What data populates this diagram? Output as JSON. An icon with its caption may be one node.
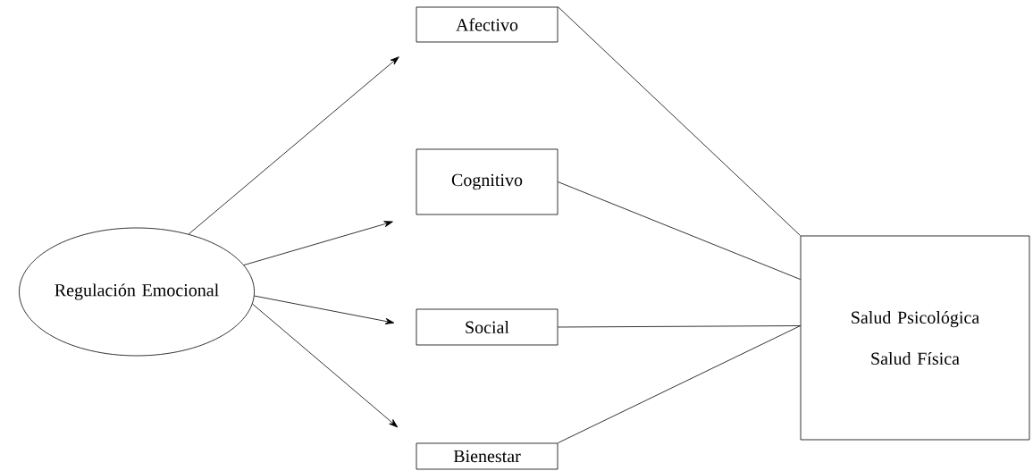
{
  "diagram": {
    "nodes": [
      {
        "text": [
          "Regulación Emocional"
        ]
      },
      {
        "text": [
          "Afectivo"
        ]
      },
      {
        "text": [
          "Cognitivo"
        ]
      },
      {
        "text": [
          "Social"
        ]
      },
      {
        "text": [
          "Bienestar"
        ]
      },
      {
        "text": [
          "Salud Psicológica",
          "Salud Física"
        ]
      }
    ],
    "edges": [
      {
        "from": 0,
        "to": 1,
        "arrow": "to"
      },
      {
        "from": 0,
        "to": 2,
        "arrow": "to"
      },
      {
        "from": 0,
        "to": 3,
        "arrow": "to"
      },
      {
        "from": 0,
        "to": 4,
        "arrow": "to"
      },
      {
        "from": 1,
        "to": 5,
        "arrow": "none"
      },
      {
        "from": 2,
        "to": 5,
        "arrow": "none"
      },
      {
        "from": 3,
        "to": 5,
        "arrow": "none"
      },
      {
        "from": 4,
        "to": 5,
        "arrow": "none"
      }
    ]
  }
}
